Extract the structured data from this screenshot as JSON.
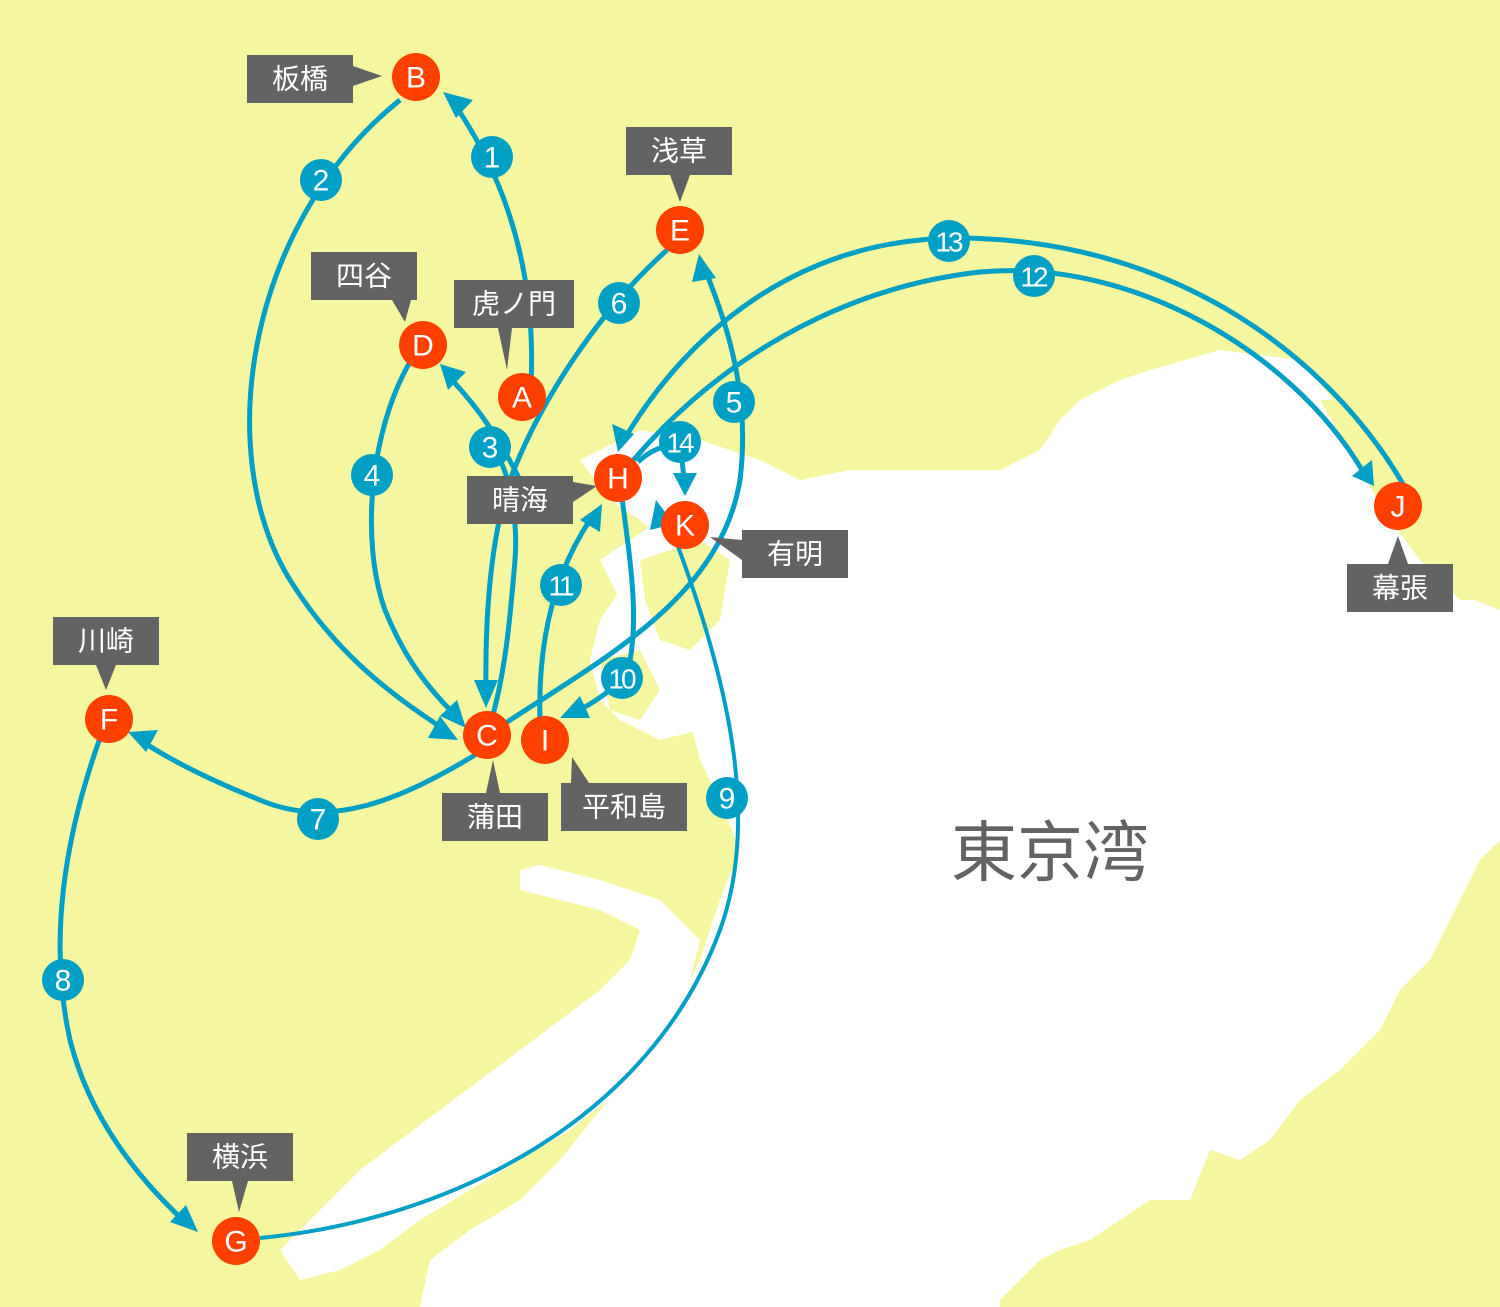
{
  "map": {
    "bay_label": "東京湾",
    "colors": {
      "land": "#f4f7a0",
      "water": "#ffffff",
      "route": "#00a0c6",
      "node": "#ff4000",
      "callout": "#636363",
      "text_on_dark": "#ffffff"
    },
    "nodes": [
      {
        "id": "A",
        "label": "A",
        "place": "虎ノ門"
      },
      {
        "id": "B",
        "label": "B",
        "place": "板橋"
      },
      {
        "id": "C",
        "label": "C",
        "place": "蒲田"
      },
      {
        "id": "D",
        "label": "D",
        "place": "四谷"
      },
      {
        "id": "E",
        "label": "E",
        "place": "浅草"
      },
      {
        "id": "F",
        "label": "F",
        "place": "川崎"
      },
      {
        "id": "G",
        "label": "G",
        "place": "横浜"
      },
      {
        "id": "H",
        "label": "H",
        "place": "晴海"
      },
      {
        "id": "I",
        "label": "I",
        "place": "平和島"
      },
      {
        "id": "J",
        "label": "J",
        "place": "幕張"
      },
      {
        "id": "K",
        "label": "K",
        "place": "有明"
      }
    ],
    "routes": [
      {
        "step": "1",
        "from": "A",
        "to": "B"
      },
      {
        "step": "2",
        "from": "B",
        "to": "C"
      },
      {
        "step": "3",
        "from": "C",
        "to": "D"
      },
      {
        "step": "4",
        "from": "D",
        "to": "C"
      },
      {
        "step": "5",
        "from": "C",
        "to": "E"
      },
      {
        "step": "6",
        "from": "E",
        "to": "C"
      },
      {
        "step": "7",
        "from": "C",
        "to": "F"
      },
      {
        "step": "8",
        "from": "F",
        "to": "G"
      },
      {
        "step": "9",
        "from": "G",
        "to": "H"
      },
      {
        "step": "10",
        "from": "H",
        "to": "I"
      },
      {
        "step": "11",
        "from": "I",
        "to": "H"
      },
      {
        "step": "12",
        "from": "H",
        "to": "J"
      },
      {
        "step": "13",
        "from": "J",
        "to": "H"
      },
      {
        "step": "14",
        "from": "H",
        "to": "K"
      }
    ]
  }
}
